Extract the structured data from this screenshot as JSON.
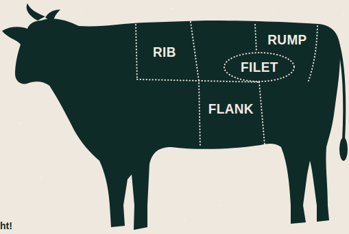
{
  "diagram": {
    "nodes": [
      {
        "text": [
          "RIB"
        ]
      },
      {
        "text": [
          "RUMP"
        ]
      },
      {
        "text": [
          "FILET"
        ]
      },
      {
        "text": [
          "FLANK"
        ]
      }
    ],
    "labels": [
      "ht!"
    ]
  }
}
